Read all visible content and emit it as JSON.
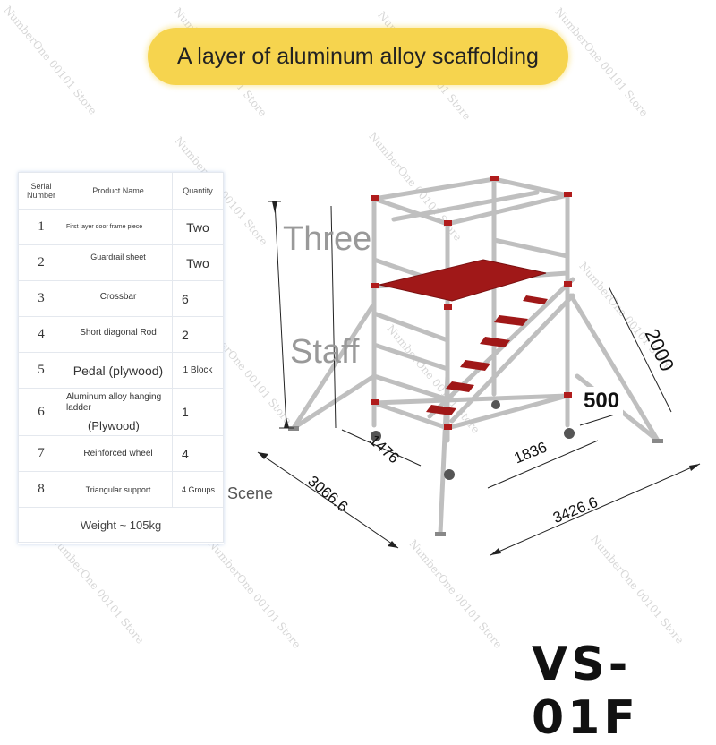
{
  "banner": {
    "title": "A layer of aluminum alloy scaffolding"
  },
  "table": {
    "headers": {
      "serial": "Serial Number",
      "product": "Product Name",
      "quantity": "Quantity"
    },
    "rows": [
      {
        "num": "1",
        "name": "First layer door frame piece",
        "qty": "Two"
      },
      {
        "num": "2",
        "name": "Guardrail sheet",
        "qty": "Two"
      },
      {
        "num": "3",
        "name": "Crossbar",
        "qty": "6"
      },
      {
        "num": "4",
        "name": "Short diagonal Rod",
        "qty": "2"
      },
      {
        "num": "5",
        "name": "Pedal (plywood)",
        "qty": "1 Block"
      },
      {
        "num": "6",
        "name": "Aluminum alloy hanging ladder",
        "name2": "(Plywood)",
        "qty": "1"
      },
      {
        "num": "7",
        "name": "Reinforced wheel",
        "qty": "4"
      },
      {
        "num": "8",
        "name": "Triangular support",
        "qty": "4 Groups"
      }
    ],
    "footer": "Weight ~ 105kg"
  },
  "overlay": {
    "three": "Three",
    "staff": "Staff",
    "scene": "Scene"
  },
  "dimensions": {
    "height": "2000",
    "platform": "500",
    "width_inner": "1476",
    "length_inner": "1836",
    "width_outer": "3066.6",
    "length_outer": "3426.6"
  },
  "watermark": "NumberOne 00101 Store",
  "model": "VS-01F",
  "colors": {
    "banner": "#f6d44e",
    "platform": "#a01818",
    "frame": "#c8c8c8",
    "clamp": "#b01c1c"
  }
}
